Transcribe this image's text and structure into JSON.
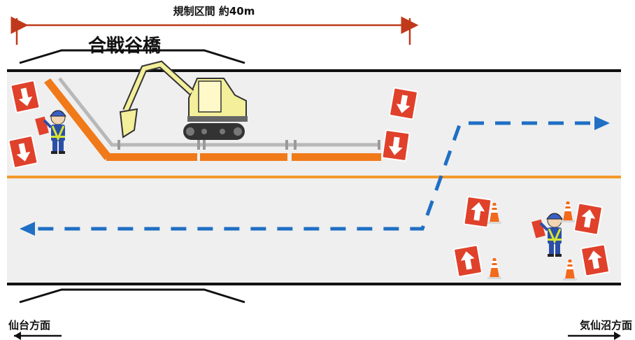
{
  "regulated_section": {
    "label": "規制区間 約40m"
  },
  "bridge": {
    "name": "合戦谷橋"
  },
  "directions": {
    "left": "仙台方面",
    "right": "気仙沼方面"
  },
  "icons": {
    "excavator": "excavator-icon",
    "flagger": "flagger-icon",
    "arrow_sign": "arrow-sign-icon",
    "cone": "traffic-cone-icon"
  },
  "colors": {
    "road": "#efefef",
    "road_edge": "#111111",
    "center_line": "#f39a2b",
    "barrier": "#f07a1a",
    "dimension_line": "#c0391b",
    "traffic_flow": "#1f6fc4",
    "sign_red": "#e0412b",
    "excavator_yellow": "#f3ef9a"
  }
}
